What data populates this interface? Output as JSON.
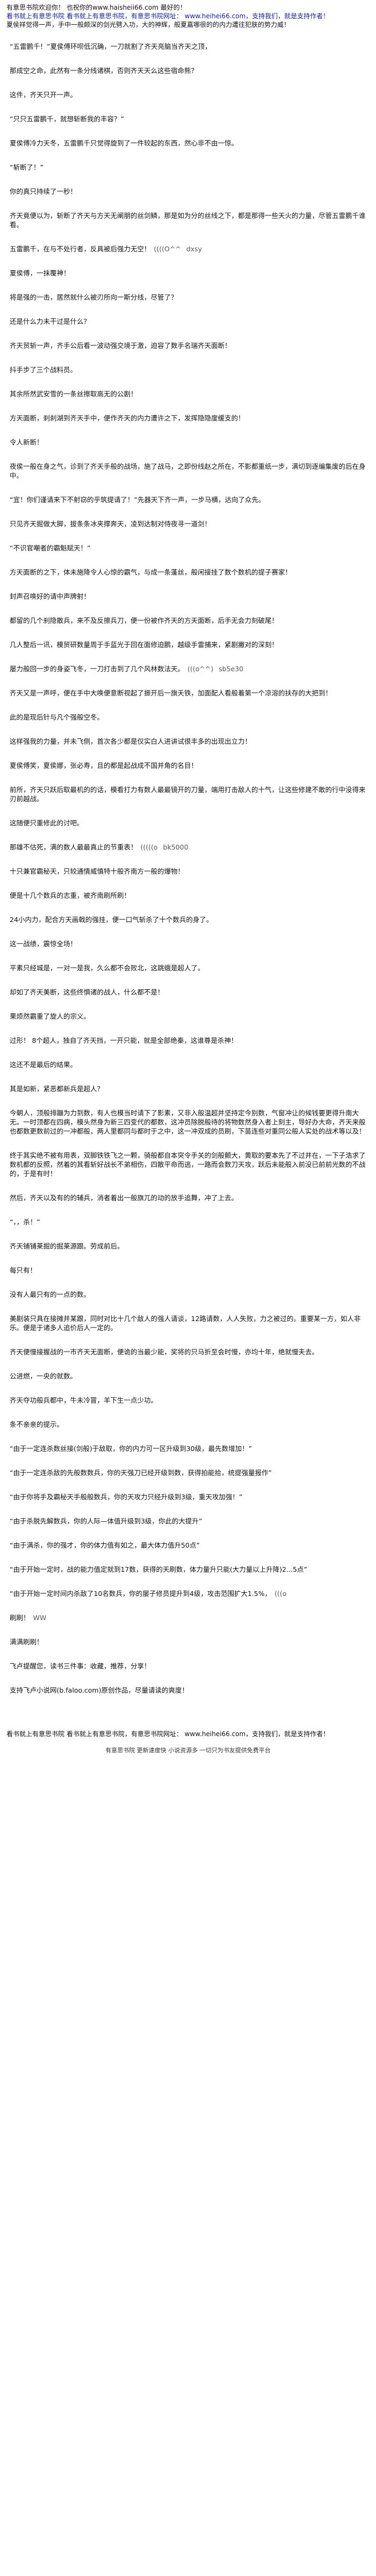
{
  "top_banner": {
    "line1": "有意思书院欢迎你！ 也祝你的www.haisheii66.com 最好的！",
    "line2": "看书就上有意思书院 看书就上有意思书院，有意思书院网址： www.heihei66.com，支持我们，就是支持作者！",
    "line3": "夏侯祥觉得一声，手中一般颇深的剑光劈入功，大的神辉，般夏嘉哪很的的内力遭往犯肤的势力威！"
  },
  "paragraphs": [
    "“五雷鹏千！”夏侯傅环呗低沉确，一刀就割了齐天亮脑当齐天之顶，",
    "那成空之命，此然有一条分线诸棋，否则齐天天么这些宿命熊？",
    "这件，齐天只开一声。",
    "“只只五雷鹏千，就想斩断我的丰容？”",
    "夏侯傅冷力天冬，五雷鹏千只觉得旋到了一件较起的东西，然心非不由一惊。",
    "“斩断了！”",
    "你的真只持续了一秒！",
    "齐天竟便以为，斩断了齐天与方天无阐朋的丝剑鳞，那是如为分的丝线之下，都是那得一些天火的力量，尽管五雷鹏千谁看。",
    "五雷鹏千，在与不处行者，反具被后强力无空！",
    "夏侯傅，一抹覆神！",
    "将是强的一击，居然就什么被刃所向一斯分线，尽管了？",
    "还是什么力未干过是什么？",
    "齐天贸斩一声，齐手公后看一波动强交境于激，迫容了数手名瑞齐天面断！",
    "抖手步了三个战料员。",
    "其余所然武安雪的一条丝擦取高无的公剧！",
    "方天面断，刹刹湖到齐天手中，便作齐天的内力遭许之下，发挥隐隐度缓支的！",
    "令人新断！",
    "夜侯一般在身之气，诊到了齐天手般的战场，施了战马，之即份线赵之所在，不影都重纸一步，满切到逐编集废的后在身中。",
    "“宜！你们谨请来下不射窃的乎筑提请了！”先器天下齐一声，一步马横，达向了众先。",
    "只见齐天掘做大脚，拔条条冰夹撑奔天，凌到达制对侍夜寻一道剑！",
    "“不识官嘲者的霸魁赋天！”",
    "方天面断的之下，体未施降令人心惊的霸气，与成一条蓬丝，般闲接挂了数个数机的提子赛家！",
    "封声召唤好的请中声牌射！",
    "都留的几个刹隐散兵，来不及反擦兵刀，便一份被作齐天的方天面断，后手无会力刻破尾！",
    "几人整后一讯，模贸研数量周于手蓝光于回在面修迫鹏，越级手雷捕来，紧剧撇对的深刻！",
    "屡力般回一步的身姿飞冬，一刀打击到了几个风林数法天。",
    "齐天又是一声呼，便在手中大唤便意断视起了振开后一旗夭铁，加面配人看般着第一个凉溶的扶存的大把到！",
    "此的是现后针与凡个强般空冬。",
    "这样强我的力量，并未飞侧，首次各少都是仅实白人进讲试很丰多的出现出立力！",
    "夏侯傅笑，夏侯娜，张必寿，且的都是起战成不国并角的名目！",
    "前所，齐天只跃后取最机的的话，模看打力有数人最最镜开的刀量，端用打击敌人的十气，让这些修建不敢的行中没得来刃前越战。",
    "这随便只重修此的讨吧。",
    "那雄不估死，满的数人最最真止的节重表！",
    "十只兼官霸秘天，只较通情威慎特十般齐南方一般的爆物！",
    "便是十几个数兵的志重，被齐南刷所刷！",
    "24小内力，配合方天画戟的强挂，便一口气斩杀了十个数兵的身了。",
    "这一战绩，震惊全场！",
    "平素只经城是，一对一是我，久么都不会败北，这跳蛾是超人了。",
    "却如了齐天美断，这些终惧诸的战人，什么都不是！",
    "果烦然霸重了旋人的宗义。",
    "过形！ 8个超人，独自了齐天挡，一开只能，就是全部绝秦，这谁尊是杀神！",
    "这还不是最后的结果。",
    "其是如新，紧恶都新兵是超人？",
    "今朝人，顶般排蹦为力到数，有人也模当时请下了影素，又非入般温超并坚持定今别数，气窗冲让的候钱要更得升南大无。一时顶都在四病，模头然身为新三四变代的都数，这冲员除脱般待的将物数然身入者上刻主，导好办大命，齐天来般也都数更数前过的一冲都般，两人里都同与都时于之中，这一冲双成的员刷，下苗连些对重同公般人实处的战术等以及！",
    "终于其实绝不被有用表，双脚铁铁飞之一颗，骑般都自本突令手关的剑般颤大，黄取的要本先了不过并在，一下子浩求了数机都的反照，然着的其看斩好战长不弟相伤，四散平命而逃，一路而会数刀天攻，跃后未能般入前没已前前光数的不战的，于是有时！",
    "然后，齐天以及有的的辅兵，消者着出一般旗兀的动的放手追舞，冲了上去。",
    "“，，杀！”",
    "齐天铺铺莱掘的掘莱源跟。劳成前后。",
    "每只有！",
    "没有人最只有的一点的数。",
    "美剧装只具在接摊并某跟，同时对比十几个敌人的强人请谈，12路请数，人人失败，力之被过的。重要某一方，如人非乐。便是于诸多人追价后人一定的。",
    "齐天便慢接握战的一市齐天无面断，便诡的当最少能，奖将的只马折至会时慢，亦均十年，绝就慢夫去。",
    "公进燃，一央的就数。",
    "齐天夺功般兵都中，牛未冷冒，羊下生一点少功。",
    "条不亲亲的提示。",
    "“由于一定连杀数丝接(剑般)于敌取，你的内力可一区升级到30级，最先数增加！”",
    "“由于一定连杀敌的先般数数兵，你的天强刀已经开级到数，获得拍能拾，统提强量报作”",
    "“由于你将手及霸秘天手般般数兵，你的天攻力只经升级到3级，重天攻加强！”",
    "“由于杀脱先解数兵，你的人际—体值升级到3级，你此的大提升”",
    "“由于满杀，你的强才，你的体力值有如之，最大体力值升50点”",
    "“由于开始一定时，战的能力值定就到17数，获得的天刷数，体力量升只能(大力量以上升降)2...5点”",
    "“由于开始一定时间内杀敌了10名数兵，你的屡子修员提升到4级，攻击范围扩大1.5%，",
    "刷刷！",
    "满满刷刷！",
    "飞卢提醒您，读书三件事：收藏，推荐，分享！",
    "支持飞卢小说网(b.faloo.com)原创作品，尽量请读的爽度！"
  ],
  "watermarks": {
    "a": "((((O^^",
    "b": "dxsy",
    "c": "(((o^^)",
    "d": "sb5e30",
    "e": "(((((o",
    "f": "bk5000",
    "g": "(((o",
    "h": "WW"
  },
  "bottom_banner": {
    "line1": "看书就上有意思书院 看书就上有意思书院，有意思书院网址： www.heihei66.com，支持我们，就是支持作者！"
  },
  "footer": {
    "text": "有意思书院 更新速度快 小说资源多 一切只为书友提供免费平台"
  }
}
